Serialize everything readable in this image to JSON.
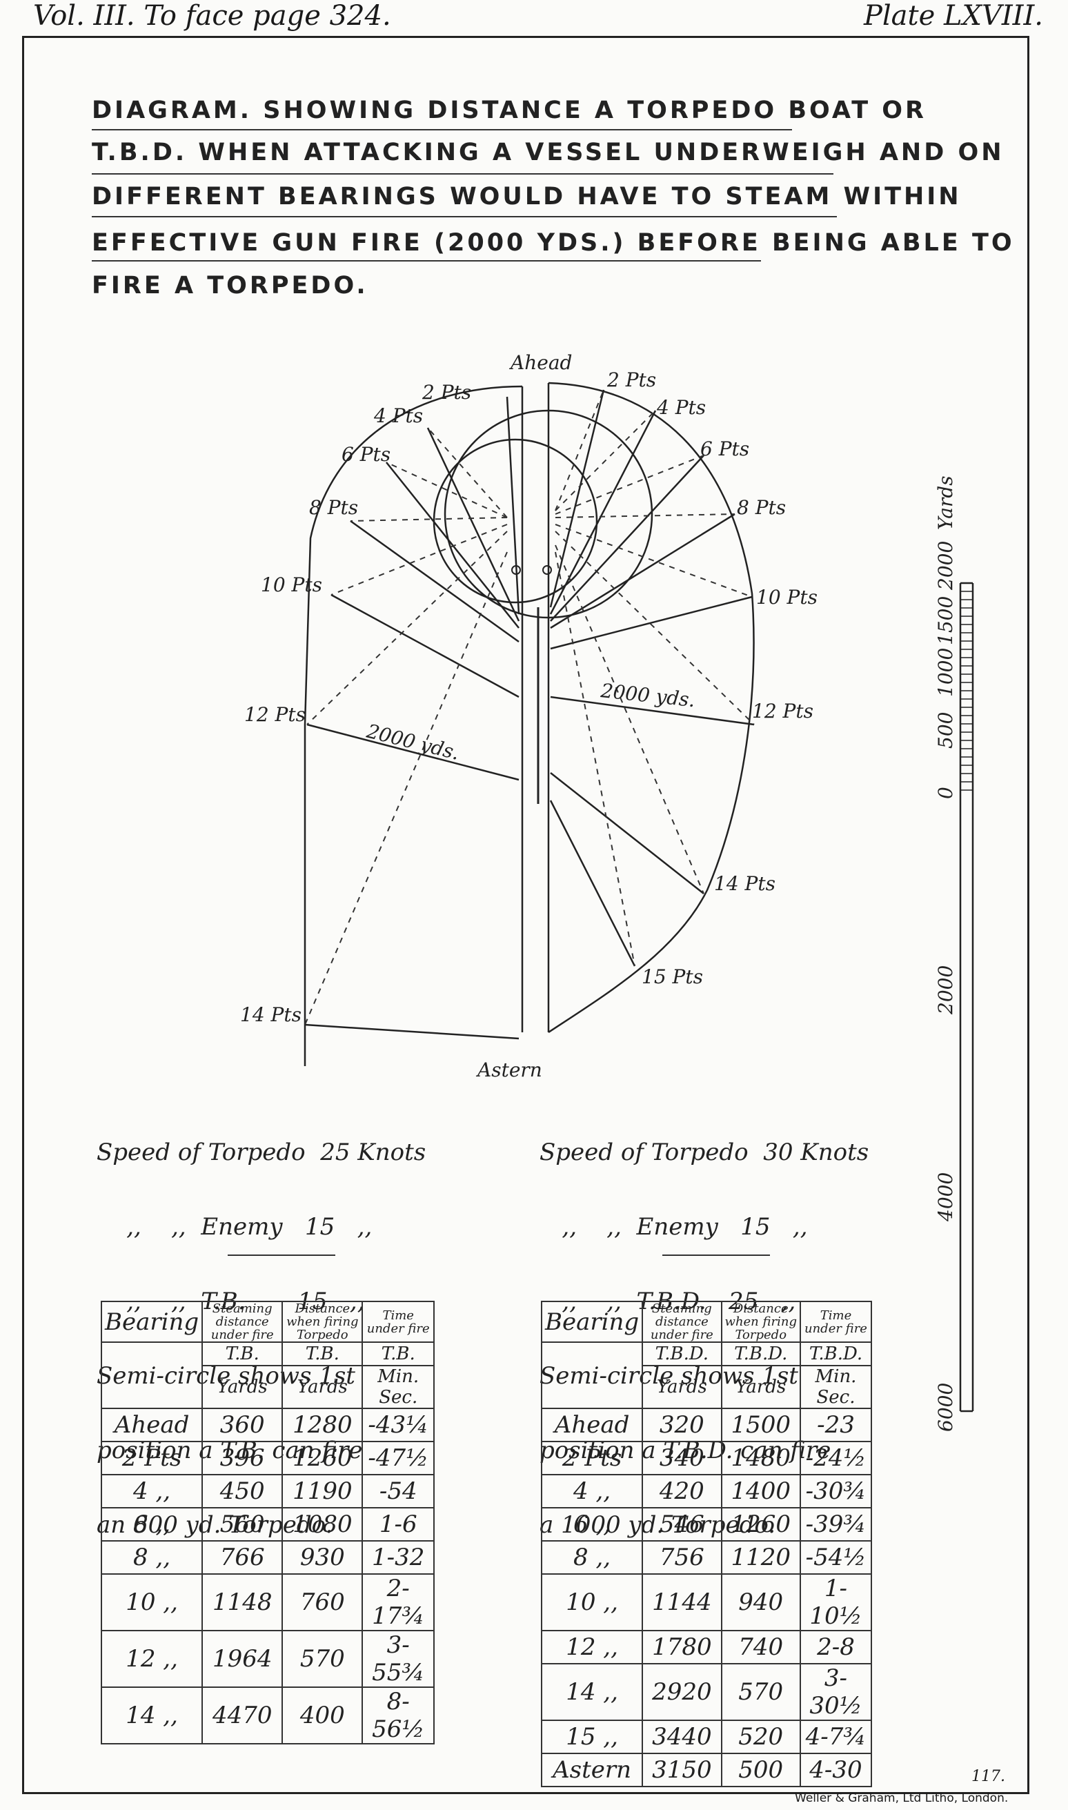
{
  "header": {
    "left": "Vol. III. To face page 324.",
    "right": "Plate LXVIII."
  },
  "title": {
    "lines": [
      "DIAGRAM. SHOWING DISTANCE A TORPEDO BOAT OR",
      "T.B.D. WHEN ATTACKING A VESSEL UNDERWEIGH AND ON",
      "DIFFERENT BEARINGS WOULD HAVE TO STEAM WITHIN",
      "EFFECTIVE GUN FIRE (2000 YDS.) BEFORE BEING ABLE TO",
      "FIRE A TORPEDO."
    ]
  },
  "diagram": {
    "ahead": "Ahead",
    "astern": "Astern",
    "left_bearings": [
      "2 Pts",
      "4 Pts",
      "6 Pts",
      "8 Pts",
      "10 Pts",
      "12 Pts",
      "14 Pts"
    ],
    "right_bearings": [
      "2 Pts",
      "4 Pts",
      "6 Pts",
      "8 Pts",
      "10 Pts",
      "12 Pts",
      "14 Pts",
      "15 Pts"
    ],
    "range_label": "2000 yds."
  },
  "scale": {
    "title": "Yards",
    "ticks": [
      "2000",
      "1500",
      "1000",
      "500",
      "0",
      "2000",
      "4000",
      "6000"
    ]
  },
  "notes_left": {
    "lines": [
      "Speed of Torpedo  25 Knots",
      "    ,,    ,,  Enemy   15   ,,",
      "    ,,    ,,  T.B.       15   ,,",
      "Semi-circle shows 1st",
      "position a T.B. can fire",
      "an 800 yd. Torpedo."
    ]
  },
  "notes_right": {
    "lines": [
      "Speed of Torpedo  30 Knots",
      "   ,,    ,,  Enemy   15   ,,",
      "   ,,    ,,  T.B.D.   25   ,,",
      "Semi-circle shows 1st",
      "position a T.B.D. can fire",
      "a 1000 yd. Torpedo."
    ]
  },
  "table_left": {
    "headers": [
      "Bearing",
      "Steaming distance under fire",
      "Distance when firing Torpedo",
      "Time under fire"
    ],
    "units": [
      "T.B.",
      "T.B.",
      "T.B."
    ],
    "units2": [
      "Yards",
      "Yards",
      "Min. Sec."
    ],
    "rows": [
      [
        "Ahead",
        "360",
        "1280",
        "-43¼"
      ],
      [
        "2 Pts",
        "396",
        "1260",
        "-47½"
      ],
      [
        "4 ,,",
        "450",
        "1190",
        "-54"
      ],
      [
        "6 ,,",
        "560",
        "1080",
        "1-6"
      ],
      [
        "8 ,,",
        "766",
        "930",
        "1-32"
      ],
      [
        "10 ,,",
        "1148",
        "760",
        "2-17¾"
      ],
      [
        "12 ,,",
        "1964",
        "570",
        "3-55¾"
      ],
      [
        "14 ,,",
        "4470",
        "400",
        "8-56½"
      ]
    ]
  },
  "table_right": {
    "headers": [
      "Bearing",
      "Steaming distance under fire",
      "Distance when firing Torpedo",
      "Time under fire"
    ],
    "units": [
      "T.B.D.",
      "T.B.D.",
      "T.B.D."
    ],
    "units2": [
      "Yards",
      "Yards",
      "Min. Sec."
    ],
    "rows": [
      [
        "Ahead",
        "320",
        "1500",
        "-23"
      ],
      [
        "2 Pts",
        "340",
        "1480",
        "-24½"
      ],
      [
        "4 ,,",
        "420",
        "1400",
        "-30¾"
      ],
      [
        "6 ,,",
        "546",
        "1260",
        "-39¾"
      ],
      [
        "8 ,,",
        "756",
        "1120",
        "-54½"
      ],
      [
        "10 ,,",
        "1144",
        "940",
        "1-10½"
      ],
      [
        "12 ,,",
        "1780",
        "740",
        "2-8"
      ],
      [
        "14 ,,",
        "2920",
        "570",
        "3-30½"
      ],
      [
        "15 ,,",
        "3440",
        "520",
        "4-7¾"
      ],
      [
        "Astern",
        "3150",
        "500",
        "4-30"
      ]
    ]
  },
  "footer": {
    "number": "117.",
    "printer": "Weller & Graham, Ltd Litho, London."
  }
}
